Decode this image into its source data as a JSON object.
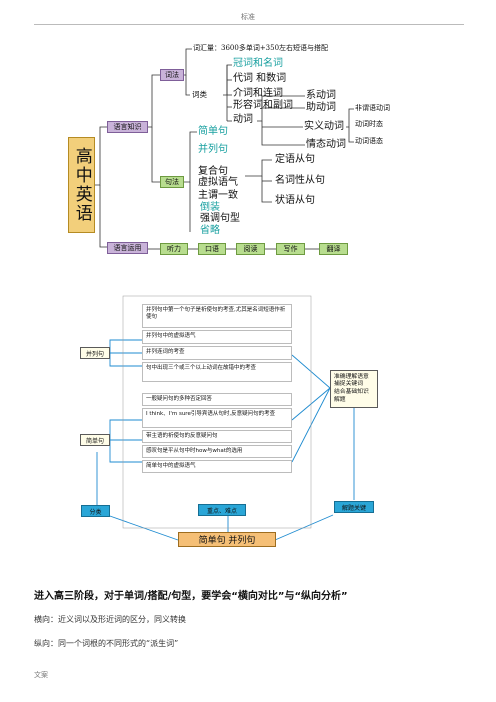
{
  "header": {
    "label": "标准"
  },
  "footer": {
    "label": "文案"
  },
  "map1": {
    "main_title": "高中英语",
    "branch_knowledge": "语言知识",
    "branch_use": "语言运用",
    "vocab_node": "词法",
    "grammar_node": "句法",
    "vocab_summary": "词汇量：3600多单词+350左右短语与搭配",
    "word_class_label": "词类",
    "word_items": [
      "冠词和名词",
      "代词 和数词",
      "介词和连词",
      "形容词和副词",
      "动词"
    ],
    "verb_types": [
      "系动词",
      "助动词",
      "实义动词",
      "情态动词"
    ],
    "verb_aspects": [
      "非谓语动词",
      "动词时态",
      "动词语态"
    ],
    "sentence_items": [
      "简单句",
      "并列句",
      "复合句",
      "虚拟语气",
      "主谓一致",
      "倒装",
      "强调句型",
      "省略"
    ],
    "clause_items": [
      "定语从句",
      "名词性从句",
      "状语从句"
    ],
    "skills": [
      "听力",
      "口语",
      "阅读",
      "写作",
      "翻译"
    ]
  },
  "map2": {
    "compound_cells": [
      "并列句中第一个句子是祈使句的考查,尤其是名词短语作祈使句",
      "并列句中的虚拟语气",
      "并列连词的考查",
      "句中出现三个或三个以上动词在故错中的考查"
    ],
    "simple_cells": [
      "一般疑问句的多种否定回答",
      "I think、I'm sure引导宾语从句时,反意疑问句的考查",
      "带主语的祈使句的反意疑问句",
      "感叹句是平从句中时how与what的选用",
      "简单句中的虚拟语气"
    ],
    "label_compound": "并列句",
    "label_simple": "简单句",
    "strategy_lines": [
      "准确理解语意",
      "捕捉关键词",
      "结合基础知识",
      "解题"
    ],
    "btn_classify": "分类",
    "btn_focus": "重点、难点",
    "btn_key": "解题关键",
    "bottom_title": "简单句 并列句"
  },
  "text": {
    "heading": "进入高三阶段，对于单词/搭配/句型，要学会“横向对比”与“纵向分析”",
    "line1": "横向：近义词以及形近词的区分，同义转换",
    "line2": "纵向：同一个词根的不同形式的“派生词”"
  }
}
